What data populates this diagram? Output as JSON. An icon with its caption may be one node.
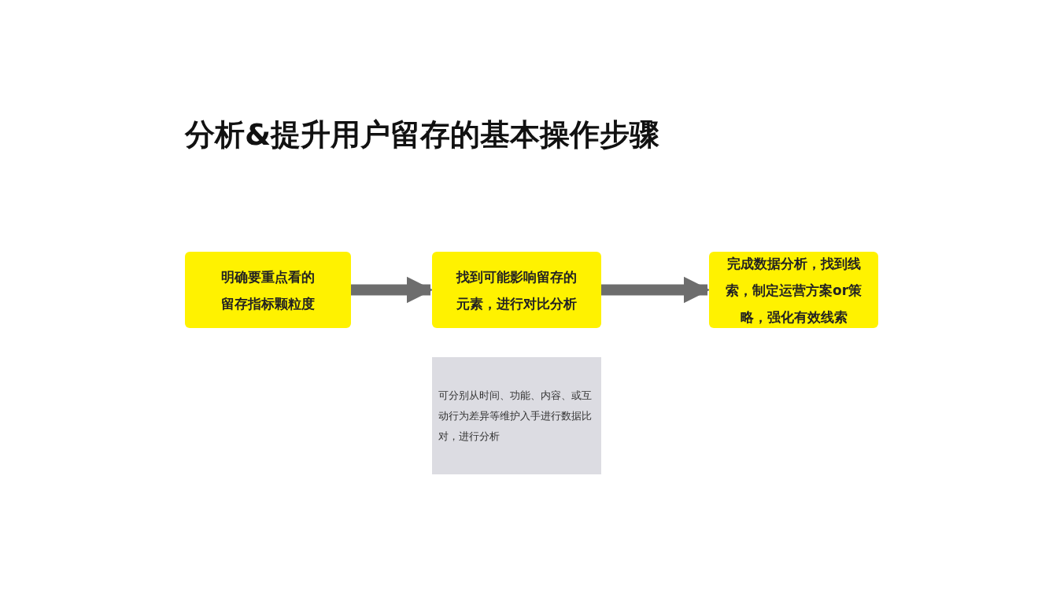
{
  "diagram": {
    "title": "分析&提升用户留存的基本操作步骤",
    "nodes": [
      {
        "text": [
          "明确要重点看的留存指标颗粒度"
        ]
      },
      {
        "text": [
          "找到可能影响留存的元素，进行对比分析"
        ]
      },
      {
        "text": [
          "完成数据分析，找到线索，制定运营方案or策略，强化有效线索"
        ]
      },
      {
        "text": [
          "可分别从时间、功能、内容、或互动行为差异等维护入手进行数据比对，进行分析"
        ]
      }
    ],
    "edges": [
      {
        "from": 0,
        "to": 1,
        "arrow": "to"
      },
      {
        "from": 1,
        "to": 2,
        "arrow": "to"
      }
    ]
  }
}
